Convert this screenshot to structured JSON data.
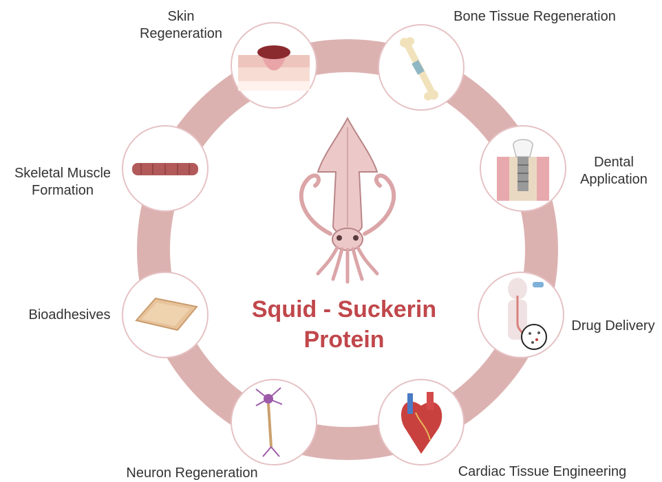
{
  "colors": {
    "ring": "#dcb2b1",
    "node_border": "#e6c2c4",
    "title": "#c0474b",
    "label": "#333333"
  },
  "center": {
    "title_line1": "Squid - Suckerin",
    "title_line2": "Protein",
    "icon": "squid-icon"
  },
  "nodes": [
    {
      "id": "skin",
      "icon": "skin-wound-icon",
      "label_lines": [
        "Skin",
        "Regeneration"
      ]
    },
    {
      "id": "bone",
      "icon": "bone-icon",
      "label_lines": [
        "Bone Tissue Regeneration"
      ]
    },
    {
      "id": "dental",
      "icon": "dental-implant-icon",
      "label_lines": [
        "Dental",
        "Application"
      ]
    },
    {
      "id": "drug",
      "icon": "drug-delivery-icon",
      "label_lines": [
        "Drug Delivery"
      ]
    },
    {
      "id": "cardiac",
      "icon": "heart-icon",
      "label_lines": [
        "Cardiac Tissue Engineering"
      ]
    },
    {
      "id": "neuron",
      "icon": "neuron-icon",
      "label_lines": [
        "Neuron Regeneration"
      ]
    },
    {
      "id": "bioadhesive",
      "icon": "adhesive-patch-icon",
      "label_lines": [
        "Bioadhesives"
      ]
    },
    {
      "id": "muscle",
      "icon": "muscle-fiber-icon",
      "label_lines": [
        "Skeletal Muscle",
        "Formation"
      ]
    }
  ]
}
